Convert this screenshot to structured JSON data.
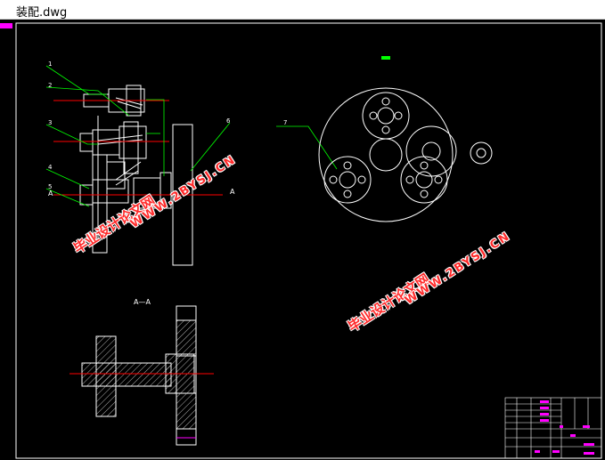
{
  "window": {
    "title": "装配.dwg"
  },
  "drawing": {
    "section_label": "A—A",
    "marker_a_left": "A",
    "marker_a_right": "A",
    "part_numbers": [
      "1",
      "2",
      "3",
      "4",
      "5",
      "6",
      "7"
    ]
  },
  "watermarks": [
    {
      "cn": "毕业设计论文网",
      "url": "WWW.2BYSJ.CN"
    },
    {
      "cn": "毕业设计论文网",
      "url": "WWW.2BYSJ.CN"
    }
  ],
  "colors": {
    "background": "#000000",
    "lines": "#ffffff",
    "leaders": "#00ff00",
    "magenta": "#ff00ff",
    "watermark": "#ff2a2a",
    "centerline": "#ff0000"
  }
}
